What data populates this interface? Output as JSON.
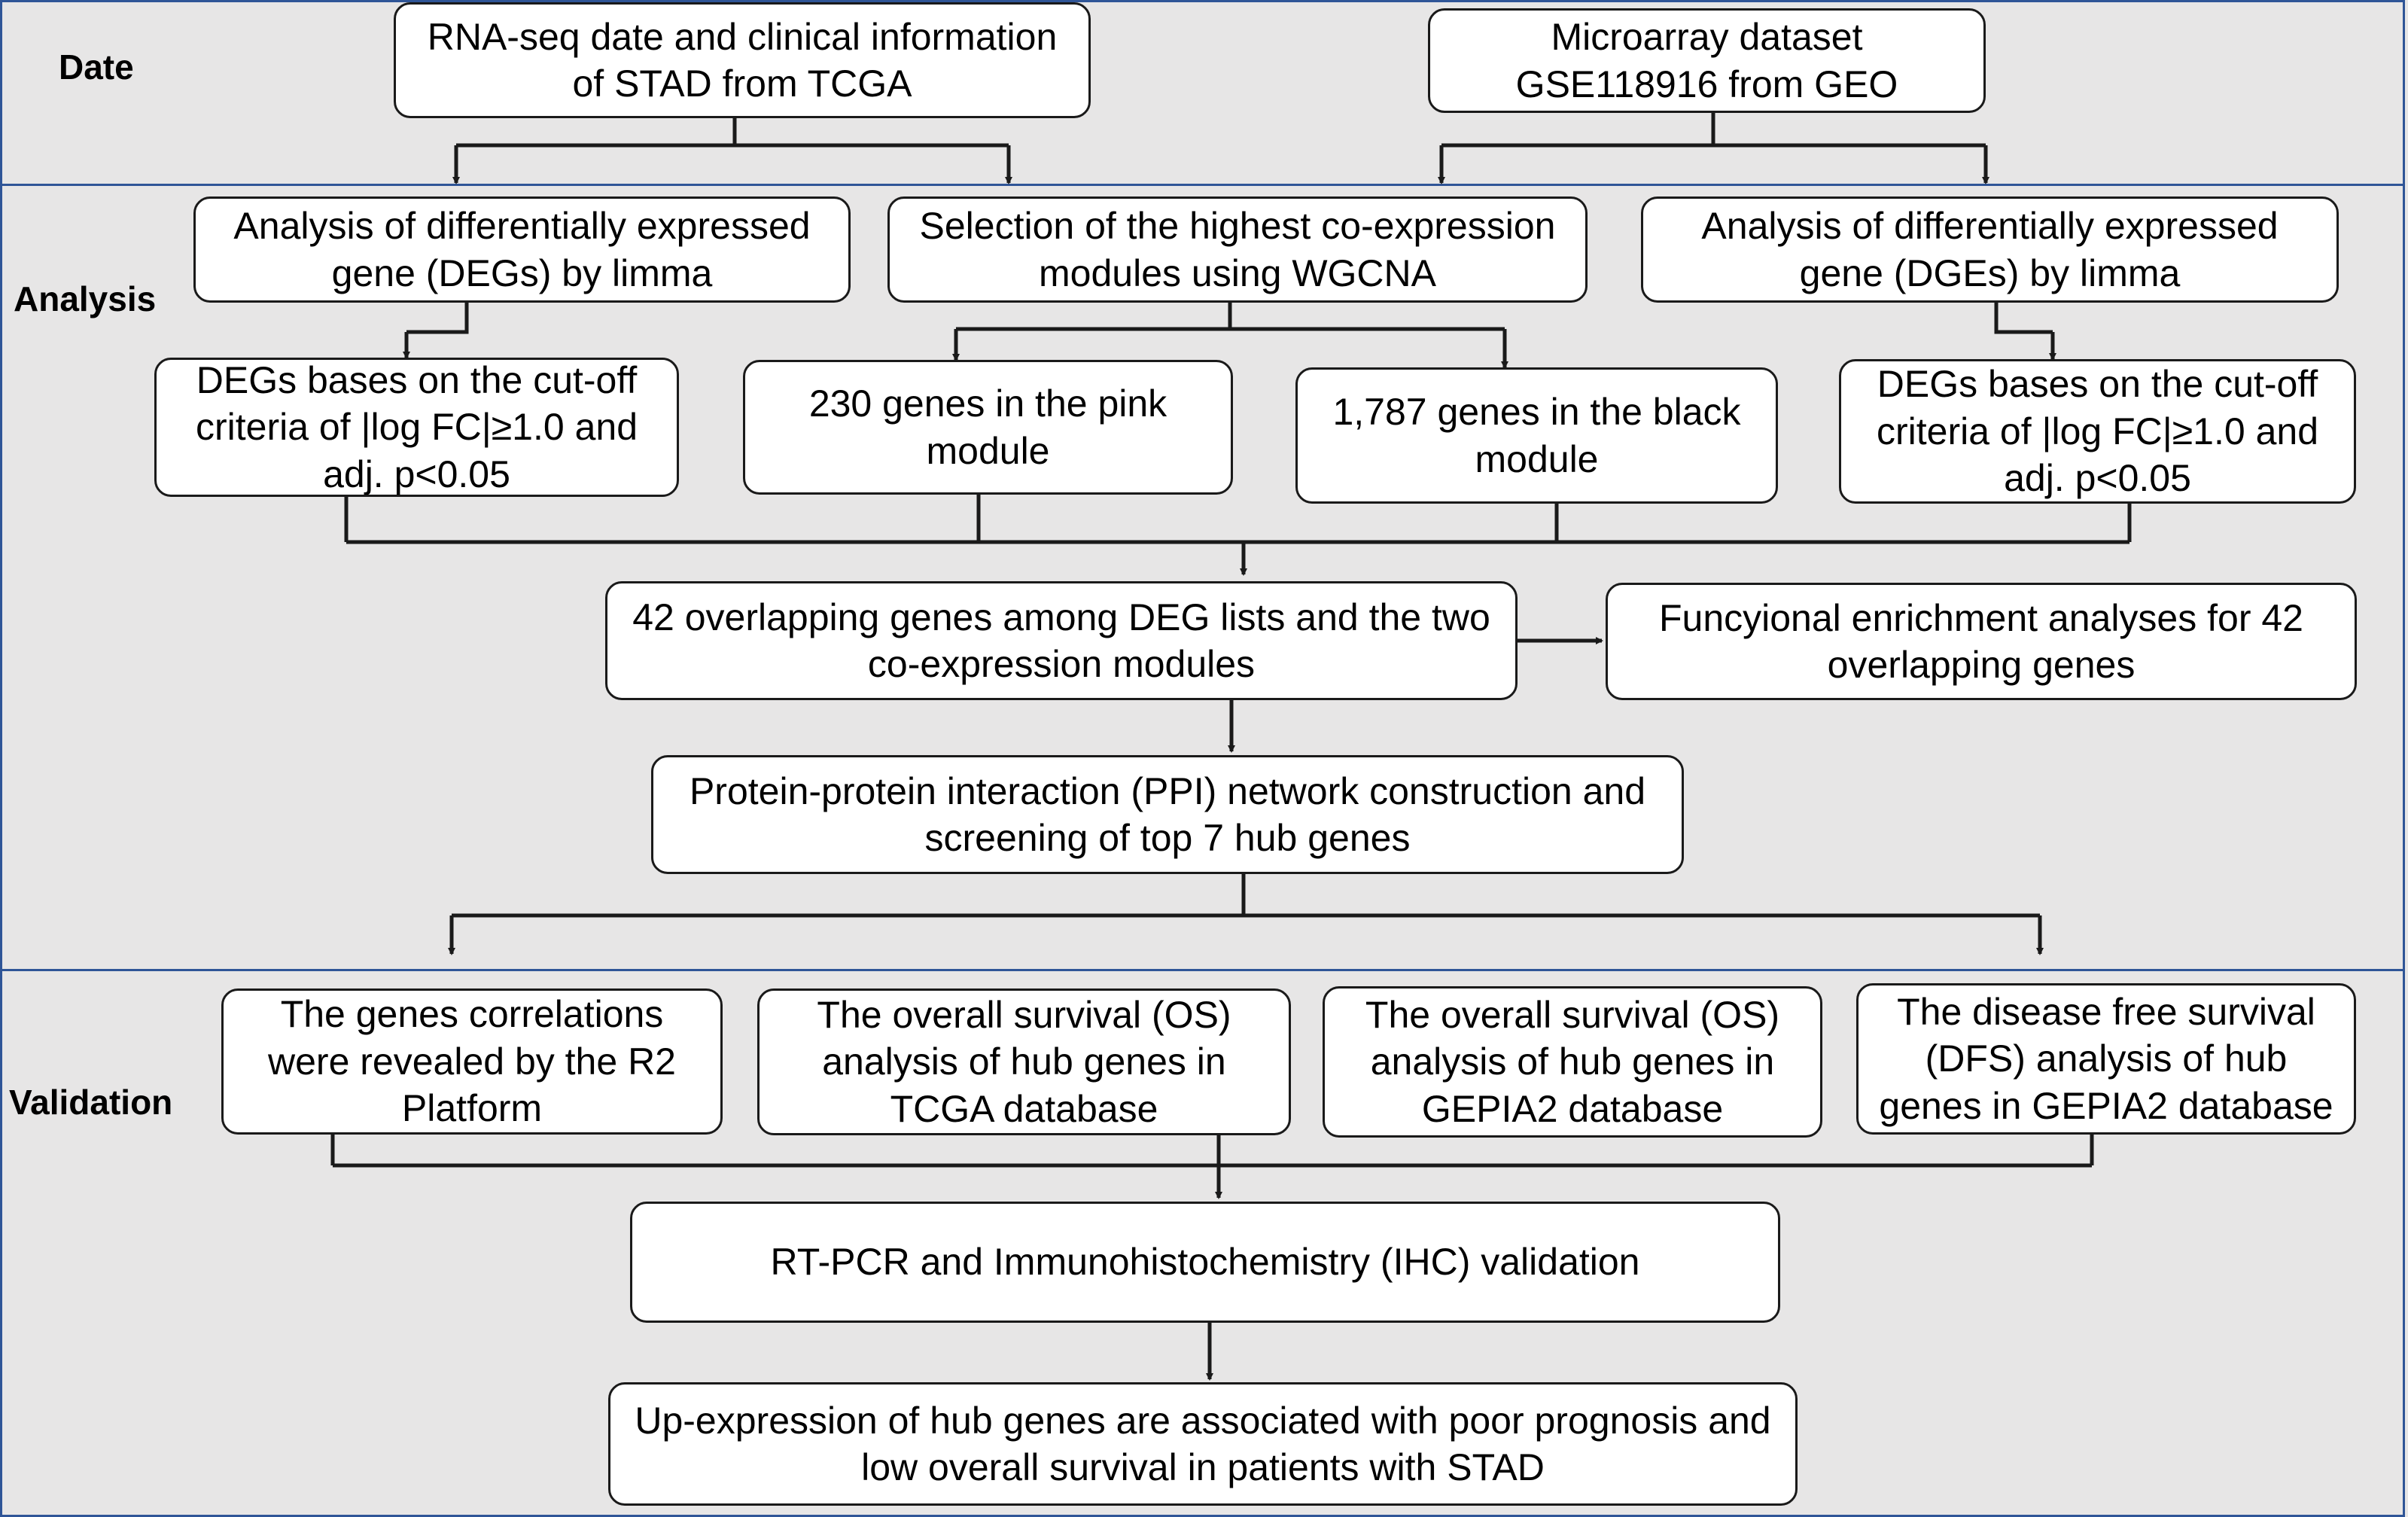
{
  "sections": {
    "data": {
      "label": "Date"
    },
    "analysis": {
      "label": "Analysis"
    },
    "validation": {
      "label": "Validation"
    }
  },
  "nodes": {
    "tcga_data": "RNA-seq date and clinical information of STAD from TCGA",
    "geo_data": "Microarray dataset GSE118916 from GEO",
    "deg_tcga": "Analysis of differentially expressed gene (DEGs) by limma",
    "wgcna": "Selection of the highest co-expression modules using WGCNA",
    "dge_geo": "Analysis of differentially expressed gene (DGEs) by limma",
    "cutoff_tcga": "DEGs bases on the cut-off criteria of |log FC|≥1.0 and adj. p<0.05",
    "pink_module": "230 genes in the pink module",
    "black_module": "1,787 genes in the black module",
    "cutoff_geo": "DEGs bases on the cut-off criteria of |log FC|≥1.0 and adj. p<0.05",
    "overlap": "42 overlapping genes among DEG lists and the two co-expression modules",
    "enrichment": "Funcyional enrichment analyses for 42 overlapping genes",
    "ppi": "Protein-protein interaction (PPI) network construction and screening of top 7 hub genes",
    "r2": "The genes correlations were revealed by the R2 Platform",
    "os_tcga": "The overall survival (OS) analysis of hub genes in TCGA database",
    "os_gepia": "The overall survival (OS) analysis of hub genes in GEPIA2 database",
    "dfs_gepia": "The disease free survival (DFS) analysis of hub genes in GEPIA2 database",
    "rtpcr": "RT-PCR and Immunohistochemistry (IHC) validation",
    "conclusion": "Up-expression of hub genes are associated with poor prognosis and low overall survival in patients with STAD"
  },
  "colors": {
    "background": "#e7e6e6",
    "section_border": "#2f5597",
    "box_fill": "#ffffff",
    "line": "#1a1a1a"
  }
}
